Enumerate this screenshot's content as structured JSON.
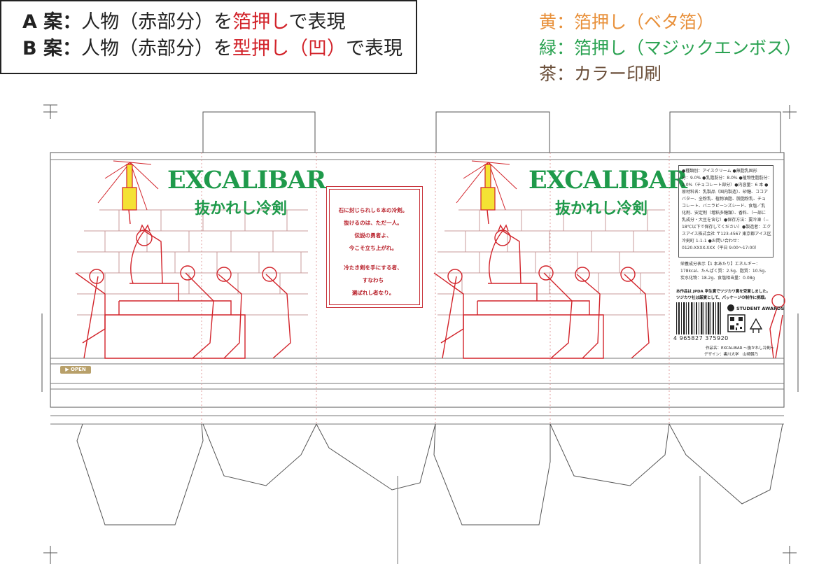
{
  "legend": {
    "plan_a": {
      "label": "A 案：",
      "prefix": "人物（赤部分）を",
      "highlight": "箔押し",
      "suffix": "で表現"
    },
    "plan_b": {
      "label": "B 案：",
      "prefix": "人物（赤部分）を",
      "highlight": "型押し（凹）",
      "suffix": "で表現"
    }
  },
  "color_key": [
    {
      "text": "黄：箔押し（ベタ箔）",
      "color": "#e8903a"
    },
    {
      "text": "緑：箔押し（マジックエンボス）",
      "color": "#2aa251"
    },
    {
      "text": "茶：カラー印刷",
      "color": "#6b4f3a"
    }
  ],
  "package": {
    "brand": "EXCALIBAR",
    "subtitle": "抜かれし冷剣",
    "brand_color": "#1f9a4b",
    "line_color": "#d2232a",
    "poem": [
      "石に封じられし６本の冷剣。",
      "抜けるのは、ただ一人。",
      "伝説の勇者よ、",
      "今こそ立ち上がれ。",
      "",
      "冷たき剣を手にする者、",
      "すなわち",
      "選ばれし者なり。"
    ],
    "info": [
      "●種類別：アイスクリーム ●無脂乳固形",
      "分：9.0% ●乳脂肪分：8.0% ●植物性脂肪分：",
      "2.0%（チョコレート部分）●内容量：6 本 ●",
      "原材料名：乳製品（国内製造）、砂糖、ココア",
      "バター、全粉乳、植物油脂、脱脂粉乳、チョ",
      "コレート、バニラビーンズシード、食塩／乳",
      "化剤、安定剤（増粘多糖類）、香料、（一部に",
      "乳成分・大豆を含む）●保存方法：要冷凍（−",
      "18℃以下で保存してください）●製造者：エク",
      "スアイス株式会社 〒123-4567 東京都アイス区",
      "冷剣町 1-1-1 ●お問い合わせ：",
      "0120-XXXX-XXX（平日 9:00〜17:00）"
    ],
    "nutrition": [
      "栄養成分表示【1 本あたり】エネルギー：",
      "178kcal、たんぱく質：2.5g、脂質：10.5g、",
      "炭水化物：18.2g、食塩相当量：0.08g"
    ],
    "award": [
      "本作品は JPDA 学生賞でツジカワ賞を受賞しました。",
      "ツジカワ社は厳賞として、パッケージの制作に挑戦。"
    ],
    "award_logo": "STUDENT AWARDS",
    "barcode_number": "4 965827 375920",
    "credits": [
      "作品名：EXCALIBAR 〜抜かれし冷剣〜",
      "デザイン：書川大学　山崎朝乃"
    ],
    "open_label": "▶ OPEN"
  }
}
